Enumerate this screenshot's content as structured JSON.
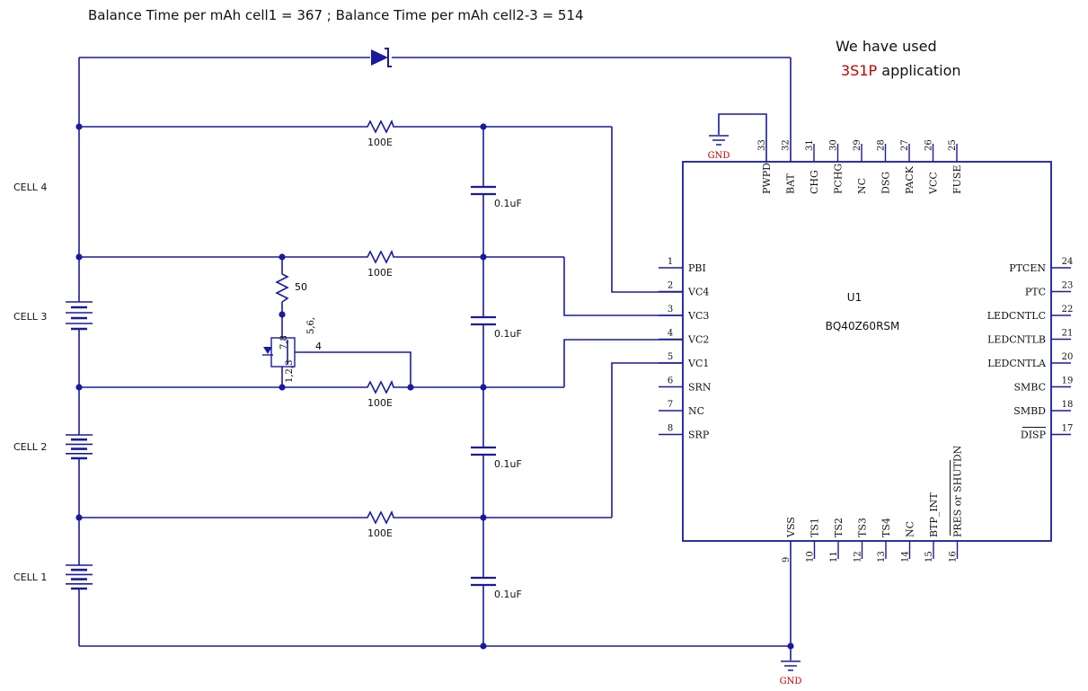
{
  "header": {
    "note": "Balance Time per mAh cell1 = 367 ; Balance Time per mAh cell2-3 = 514"
  },
  "annotation": {
    "line1": "We have used",
    "highlight": "3S1P",
    "line2_rest": "application"
  },
  "cells": [
    "CELL 4",
    "CELL 3",
    "CELL 2",
    "CELL 1"
  ],
  "resistors": {
    "filter": "100E",
    "bleed": "50"
  },
  "capacitors": {
    "value": "0.1uF"
  },
  "mosfet": {
    "pins_left": "1,2,3",
    "pins_right": "5,6,",
    "pins_top": "7,8",
    "gate_pin": "4"
  },
  "ground": {
    "label": "GND"
  },
  "chip": {
    "ref": "U1",
    "part": "BQ40Z60RSM",
    "top_pins": [
      {
        "num": "33",
        "name": "PWPD"
      },
      {
        "num": "32",
        "name": "BAT"
      },
      {
        "num": "31",
        "name": "CHG"
      },
      {
        "num": "30",
        "name": "PCHG"
      },
      {
        "num": "29",
        "name": "NC"
      },
      {
        "num": "28",
        "name": "DSG"
      },
      {
        "num": "27",
        "name": "PACK"
      },
      {
        "num": "26",
        "name": "VCC"
      },
      {
        "num": "25",
        "name": "FUSE"
      }
    ],
    "left_pins": [
      {
        "num": "1",
        "name": "PBI"
      },
      {
        "num": "2",
        "name": "VC4"
      },
      {
        "num": "3",
        "name": "VC3"
      },
      {
        "num": "4",
        "name": "VC2"
      },
      {
        "num": "5",
        "name": "VC1"
      },
      {
        "num": "6",
        "name": "SRN"
      },
      {
        "num": "7",
        "name": "NC"
      },
      {
        "num": "8",
        "name": "SRP"
      }
    ],
    "right_pins": [
      {
        "num": "24",
        "name": "PTCEN"
      },
      {
        "num": "23",
        "name": "PTC"
      },
      {
        "num": "22",
        "name": "LEDCNTLC"
      },
      {
        "num": "21",
        "name": "LEDCNTLB"
      },
      {
        "num": "20",
        "name": "LEDCNTLA"
      },
      {
        "num": "19",
        "name": "SMBC"
      },
      {
        "num": "18",
        "name": "SMBD"
      },
      {
        "num": "17",
        "name": "DISP"
      }
    ],
    "bottom_pins": [
      {
        "num": "9",
        "name": "VSS"
      },
      {
        "num": "10",
        "name": "TS1"
      },
      {
        "num": "11",
        "name": "TS2"
      },
      {
        "num": "12",
        "name": "TS3"
      },
      {
        "num": "13",
        "name": "TS4"
      },
      {
        "num": "14",
        "name": "NC"
      },
      {
        "num": "15",
        "name": "BTP_INT"
      },
      {
        "num": "16",
        "name": "PRES or SHUTDN"
      }
    ]
  },
  "colors": {
    "wire": "#1a1a9e",
    "text": "#111111",
    "accent": "#c00000",
    "diode_fill": "#1a1a9e"
  }
}
